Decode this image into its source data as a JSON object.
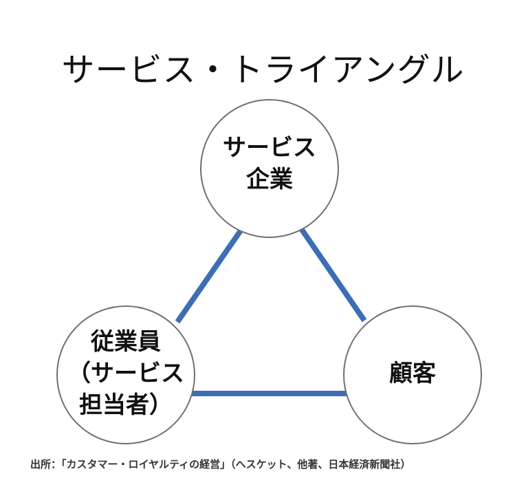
{
  "title": "サービス・トライアングル",
  "nodes": {
    "company": {
      "line1": "サービス",
      "line2": "企業"
    },
    "employee": {
      "line1": "従業員",
      "line2": "（サービス",
      "line3": "担当者）"
    },
    "customer": {
      "line1": "顧客"
    }
  },
  "colors": {
    "edge": "#3d6db5",
    "circle_stroke": "#6e6e6e",
    "text": "#111111"
  },
  "source": "出所：「カスタマー・ロイヤルティの経営」（ヘスケット、他著、日本経済新聞社）"
}
